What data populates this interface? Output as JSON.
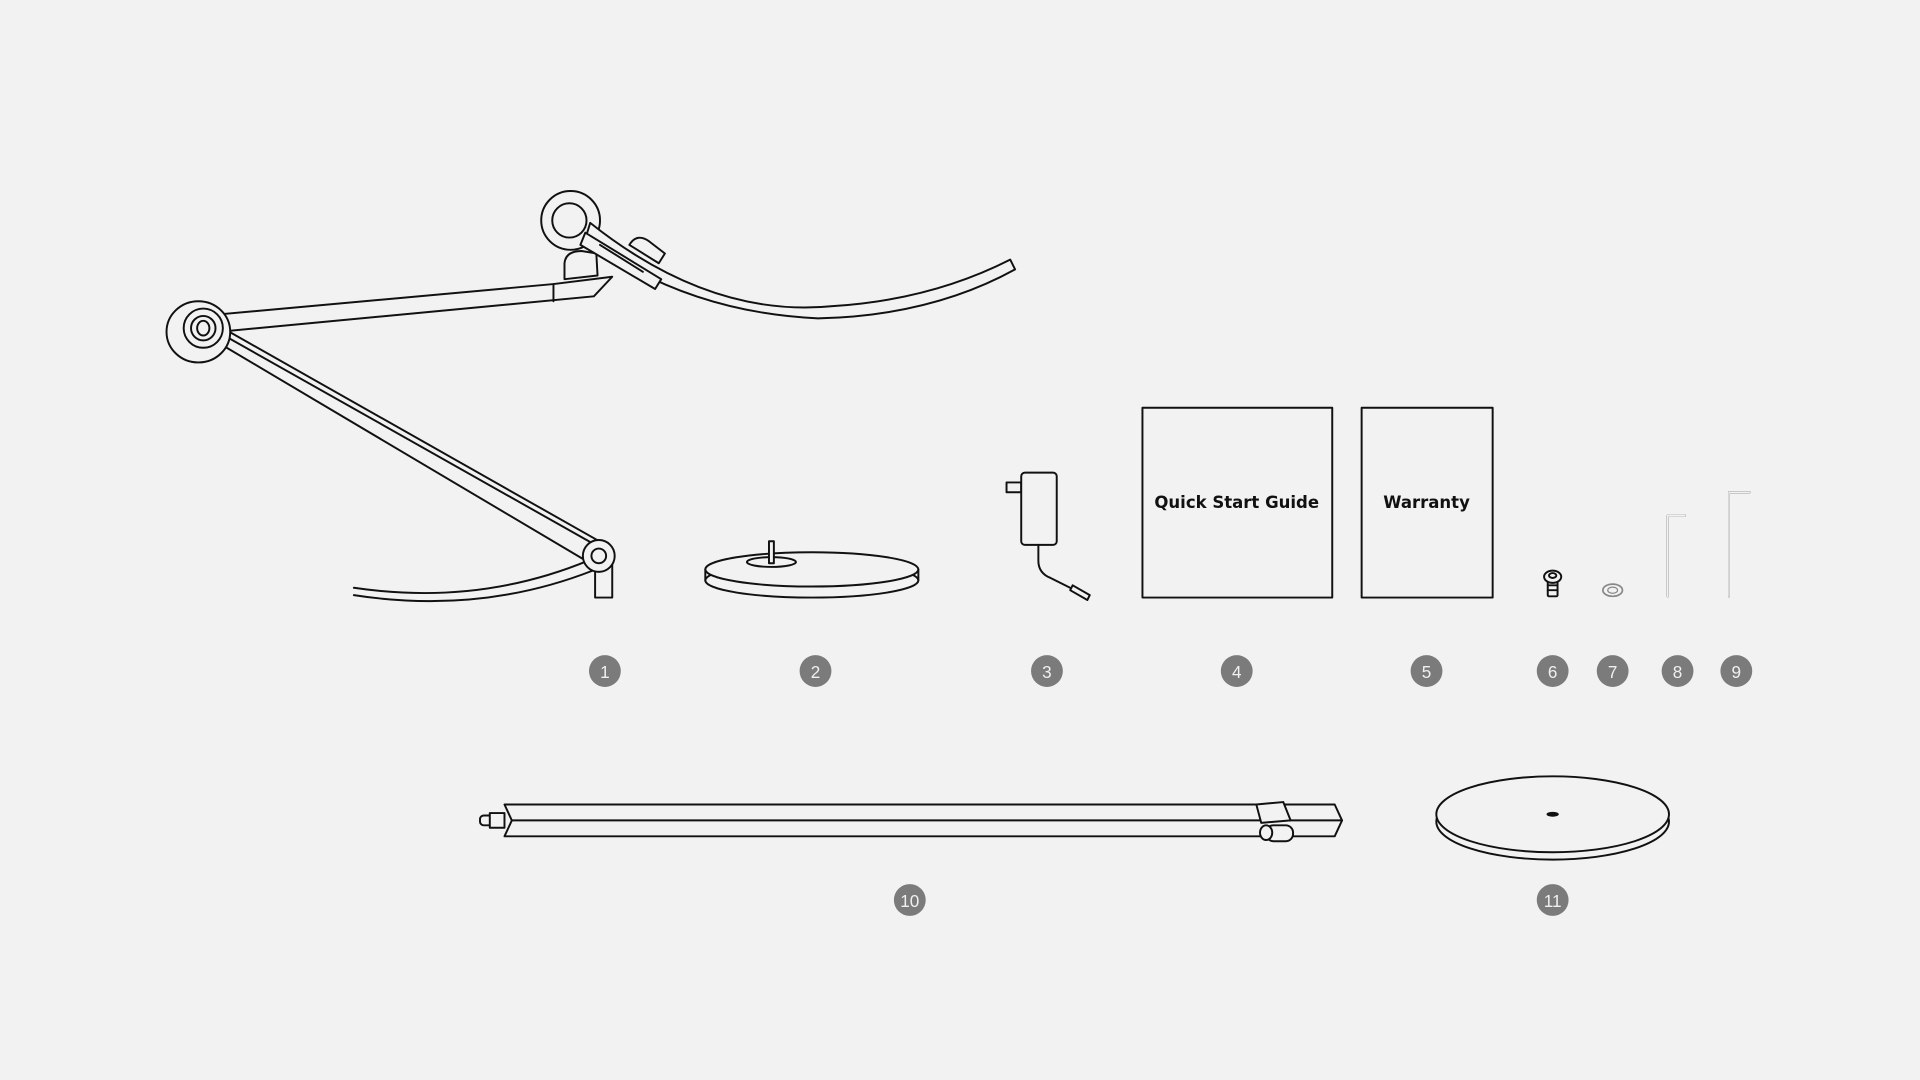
{
  "documents": {
    "quick_start_guide": "Quick Start Guide",
    "warranty": "Warranty"
  },
  "badges": [
    "1",
    "2",
    "3",
    "4",
    "5",
    "6",
    "7",
    "8",
    "9",
    "10",
    "11"
  ],
  "colors": {
    "background": "#f2f2f2",
    "line": "#111111",
    "badge": "#7b7b7b"
  }
}
